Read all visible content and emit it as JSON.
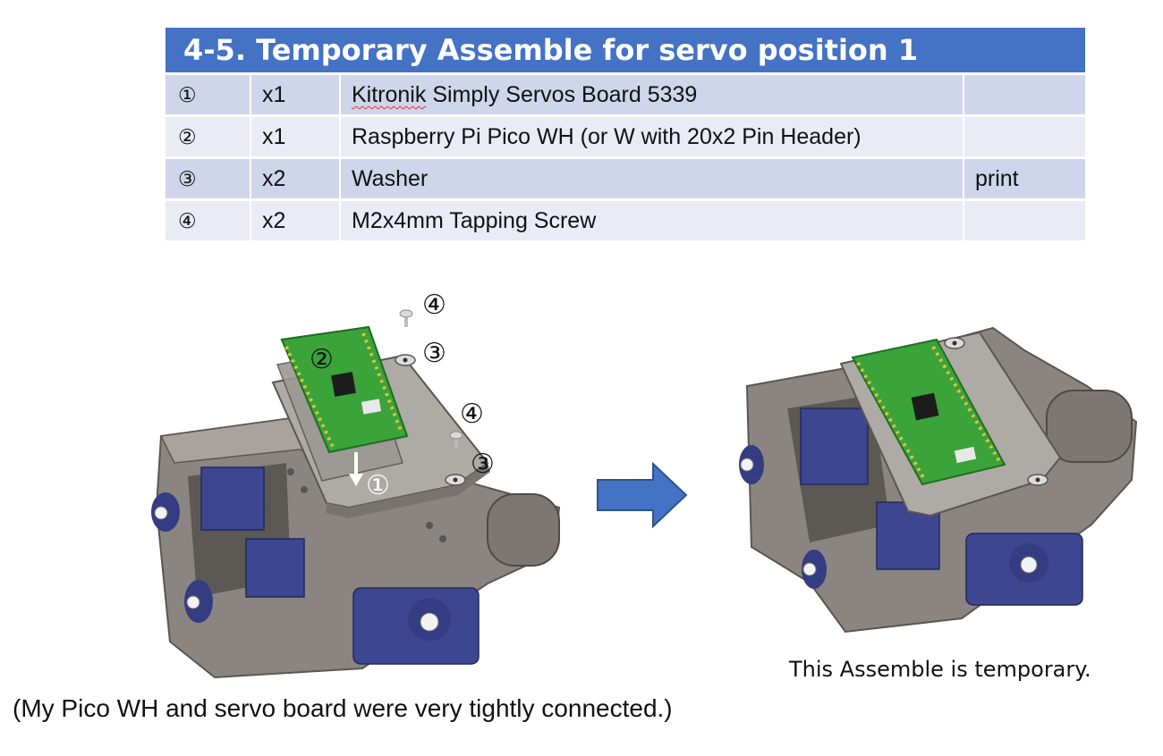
{
  "parts_table": {
    "title": "4-5. Temporary Assemble for servo position 1",
    "rows": [
      {
        "no": "①",
        "qty": "x1",
        "name_prefix": "Kitronik",
        "name_rest": " Simply Servos Board 5339",
        "note": ""
      },
      {
        "no": "②",
        "qty": "x1",
        "name_prefix": "",
        "name_rest": "Raspberry Pi Pico WH (or W with 20x2 Pin Header)",
        "note": ""
      },
      {
        "no": "③",
        "qty": "x2",
        "name_prefix": "",
        "name_rest": "Washer",
        "note": "print"
      },
      {
        "no": "④",
        "qty": "x2",
        "name_prefix": "",
        "name_rest": "M2x4mm Tapping Screw",
        "note": ""
      }
    ]
  },
  "figures": {
    "left_callouts": {
      "c1": "①",
      "c2": "②",
      "c3a": "③",
      "c3b": "③",
      "c4a": "④",
      "c4b": "④"
    },
    "right_caption": "This Assemble is temporary.",
    "arrow_color": "#4472c4"
  },
  "bottom_caption": "(My Pico WH and servo board were very tightly connected.)",
  "colors": {
    "title_bg": "#4472c4",
    "row_dark": "#cfd5ea",
    "row_light": "#e9ebf5",
    "frame_gray": "#8a8580",
    "servo_blue": "#3d4690",
    "pcb_green": "#3aa33a"
  }
}
